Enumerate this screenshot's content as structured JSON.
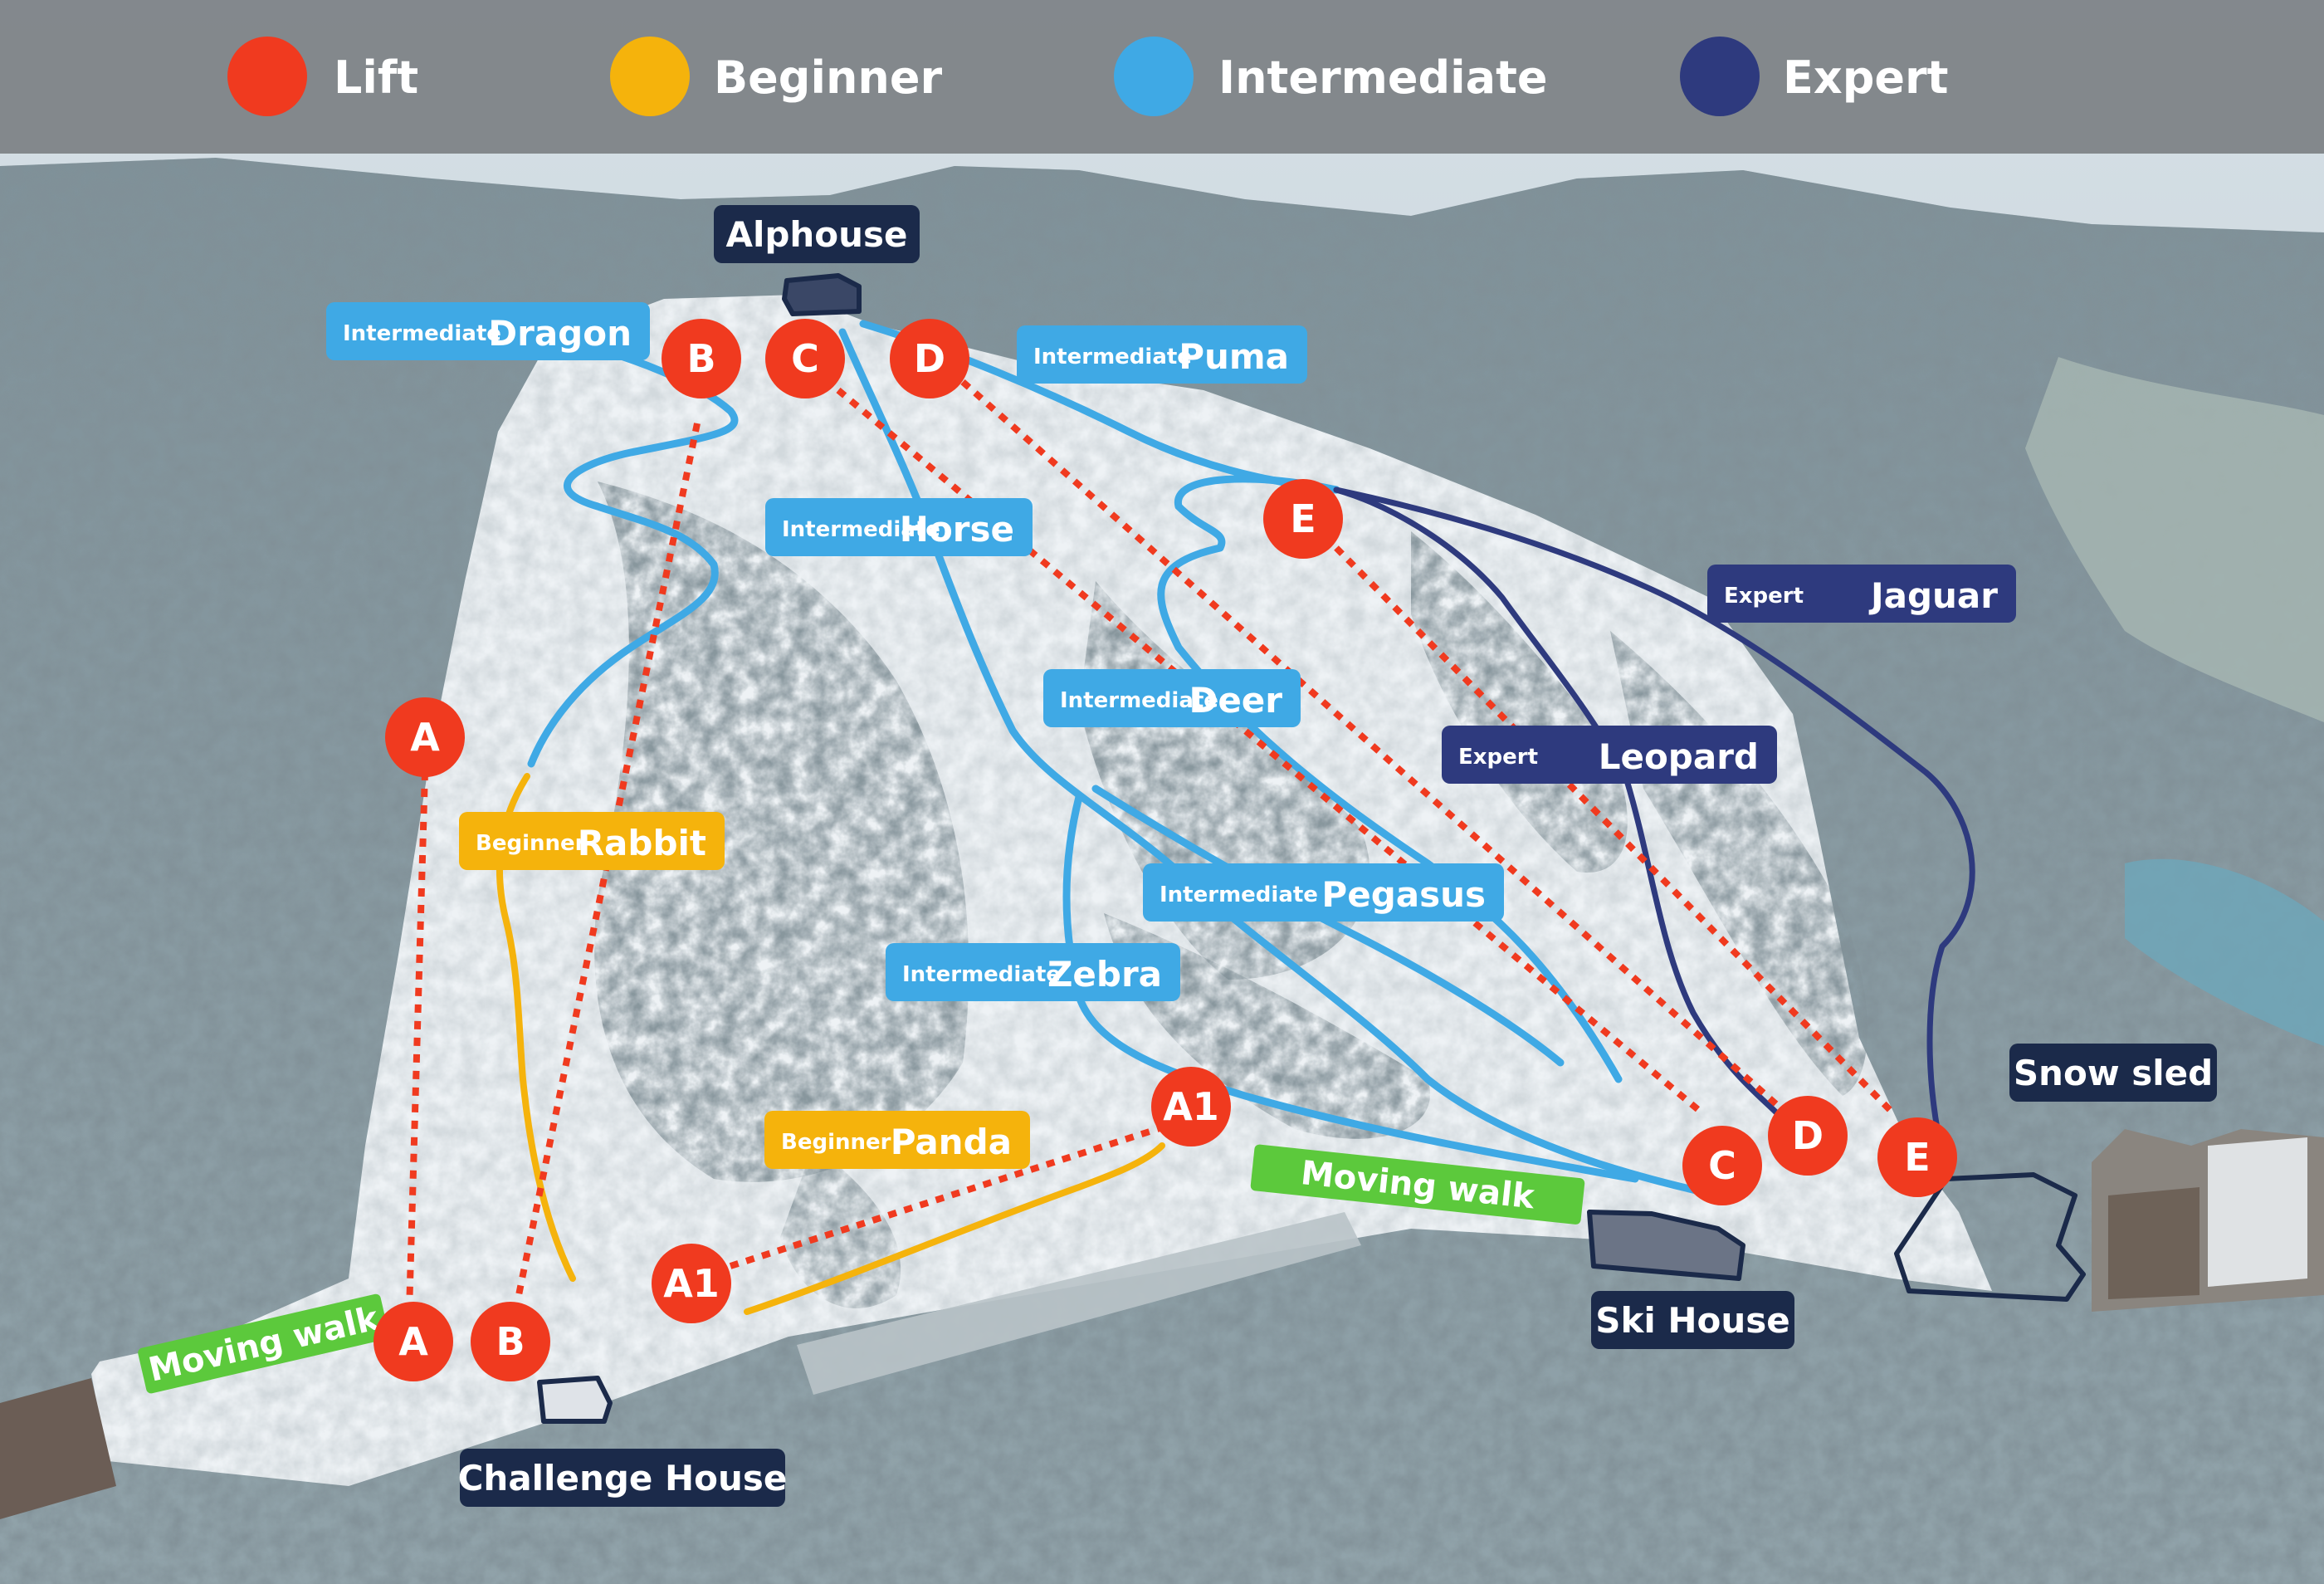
{
  "legend": {
    "items": [
      {
        "key": "lift",
        "label": "Lift",
        "color": "#f03a1f"
      },
      {
        "key": "beginner",
        "label": "Beginner",
        "color": "#f5b30c"
      },
      {
        "key": "intermediate",
        "label": "Intermediate",
        "color": "#3fa9e5"
      },
      {
        "key": "expert",
        "label": "Expert",
        "color": "#2e3a7e"
      }
    ]
  },
  "colors": {
    "lift": "#f03a1f",
    "beginner": "#f5b30c",
    "intermediate": "#3fa9e5",
    "expert": "#2e3a7e",
    "building": "#1b2a4a",
    "moving_walk": "#5cc93c"
  },
  "slope_labels": [
    {
      "id": "dragon",
      "category": "Intermediate",
      "name": "Dragon",
      "level": "intermediate"
    },
    {
      "id": "puma",
      "category": "Intermediate",
      "name": "Puma",
      "level": "intermediate"
    },
    {
      "id": "horse",
      "category": "Intermediate",
      "name": "Horse",
      "level": "intermediate"
    },
    {
      "id": "deer",
      "category": "Intermediate",
      "name": "Deer",
      "level": "intermediate"
    },
    {
      "id": "pegasus",
      "category": "Intermediate",
      "name": "Pegasus",
      "level": "intermediate"
    },
    {
      "id": "zebra",
      "category": "Intermediate",
      "name": "Zebra",
      "level": "intermediate"
    },
    {
      "id": "rabbit",
      "category": "Beginner",
      "name": "Rabbit",
      "level": "beginner"
    },
    {
      "id": "panda",
      "category": "Beginner",
      "name": "Panda",
      "level": "beginner"
    },
    {
      "id": "jaguar",
      "category": "Expert",
      "name": "Jaguar",
      "level": "expert"
    },
    {
      "id": "leopard",
      "category": "Expert",
      "name": "Leopard",
      "level": "expert"
    }
  ],
  "lift_markers": [
    {
      "id": "B-top",
      "letter": "B"
    },
    {
      "id": "C-top",
      "letter": "C"
    },
    {
      "id": "D-top",
      "letter": "D"
    },
    {
      "id": "E-top",
      "letter": "E"
    },
    {
      "id": "A-top",
      "letter": "A"
    },
    {
      "id": "A1-top",
      "letter": "A1"
    },
    {
      "id": "A1-base",
      "letter": "A1"
    },
    {
      "id": "A-base",
      "letter": "A"
    },
    {
      "id": "B-base",
      "letter": "B"
    },
    {
      "id": "C-base",
      "letter": "C"
    },
    {
      "id": "D-base",
      "letter": "D"
    },
    {
      "id": "E-base",
      "letter": "E"
    }
  ],
  "buildings": [
    {
      "id": "alphouse",
      "name": "Alphouse"
    },
    {
      "id": "snow-sled",
      "name": "Snow sled"
    },
    {
      "id": "ski-house",
      "name": "Ski House"
    },
    {
      "id": "challenge-house",
      "name": "Challenge House"
    }
  ],
  "moving_walks": [
    {
      "id": "walk-left",
      "name": "Moving walk"
    },
    {
      "id": "walk-right",
      "name": "Moving walk"
    }
  ]
}
